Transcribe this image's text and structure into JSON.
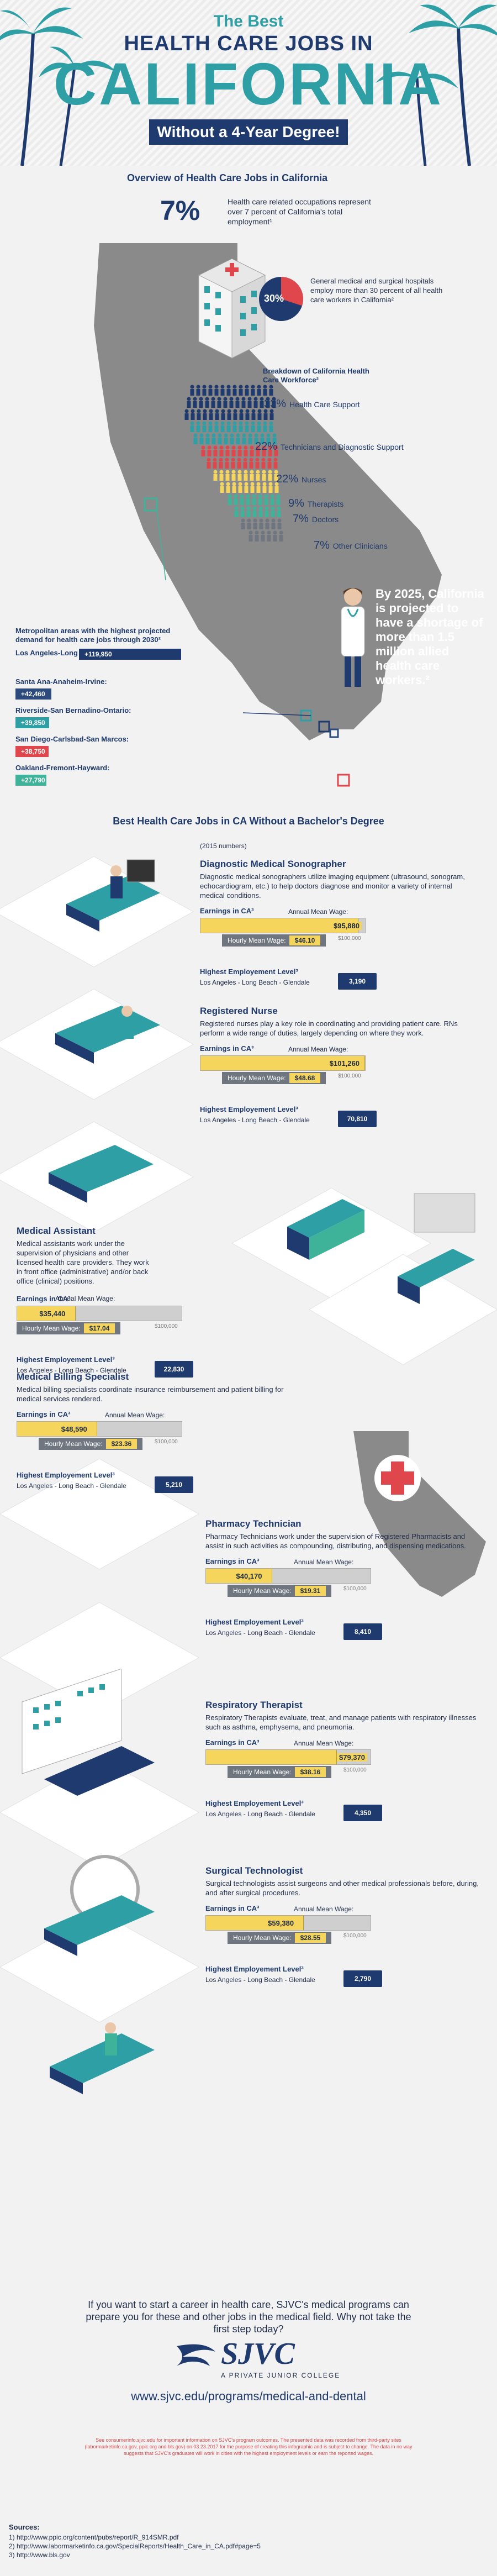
{
  "header": {
    "kicker": "The Best",
    "title_line1": "HEALTH CARE JOBS IN",
    "title_line2": "CALIFORNIA",
    "subtitle": "Without a 4-Year Degree!"
  },
  "overview": {
    "heading": "Overview of Health Care Jobs in California",
    "percent": "7%",
    "percent_text": "Health care related occupations represent over 7 percent of California's total employment¹"
  },
  "hospitals": {
    "percent": "30%",
    "text": "General medical and surgical hospitals employ more than 30 percent of all health care workers in California²"
  },
  "workforce": {
    "heading": "Breakdown of California Health Care Workforce²",
    "items": [
      {
        "pct": "33%",
        "label": "Health Care Support"
      },
      {
        "pct": "22%",
        "label": "Technicians and Diagnostic Support"
      },
      {
        "pct": "22%",
        "label": "Nurses"
      },
      {
        "pct": "9%",
        "label": "Therapists"
      },
      {
        "pct": "7%",
        "label": "Doctors"
      },
      {
        "pct": "7%",
        "label": "Other Clinicians"
      }
    ]
  },
  "shortage": {
    "text": "By 2025, California is projected to have a shortage of more than 1.5 million allied health care workers.²"
  },
  "metro": {
    "heading": "Metropolitan areas with the highest projected demand for health care jobs through 2030²",
    "items": [
      {
        "name": "Los Angeles-Long Beach-Glendale:",
        "value": "+119,950",
        "color": "#1f3a6e",
        "fraction": 1.0
      },
      {
        "name": "Santa Ana-Anaheim-Irvine:",
        "value": "+42,460",
        "color": "#2c4a7c",
        "fraction": 0.354
      },
      {
        "name": "Riverside-San Bernadino-Ontario:",
        "value": "+39,850",
        "color": "#2f9fa6",
        "fraction": 0.332
      },
      {
        "name": "San Diego-Carlsbad-San Marcos:",
        "value": "+38,750",
        "color": "#e0474c",
        "fraction": 0.323
      },
      {
        "name": "Oakland-Fremont-Hayward:",
        "value": "+27,790",
        "color": "#3fb39a",
        "fraction": 0.232
      }
    ]
  },
  "jobs_section": {
    "heading": "Best Health Care Jobs in CA Without a Bachelor's Degree",
    "note": "(2015 numbers)"
  },
  "labels": {
    "earnings": "Earnings in CA³",
    "annual": "Annual Mean Wage:",
    "hourly": "Hourly Mean Wage:",
    "employment": "Highest Employement Level³",
    "area": "Los Angeles - Long Beach - Glendale",
    "axis_max": "$100,000"
  },
  "jobs": [
    {
      "title": "Diagnostic Medical Sonographer",
      "desc": "Diagnostic medical sonographers utilize imaging equipment (ultrasound, sonogram, echocardiogram, etc.) to help doctors diagnose and monitor a variety of internal medical conditions.",
      "annual": "$95,880",
      "annual_fraction": 0.9588,
      "hourly": "$46.10",
      "employment": "3,190"
    },
    {
      "title": "Registered Nurse",
      "desc": "Registered nurses play a key role in coordinating and providing patient care. RNs perform a wide range of duties, largely depending on where they work.",
      "annual": "$101,260",
      "annual_fraction": 1.0126,
      "hourly": "$48.68",
      "employment": "70,810"
    },
    {
      "title": "Medical Assistant",
      "desc": "Medical assistants work under the supervision of physicians and other licensed health care providers. They work in front office (administrative) and/or back office (clinical) positions.",
      "annual": "$35,440",
      "annual_fraction": 0.3544,
      "hourly": "$17.04",
      "employment": "22,830"
    },
    {
      "title": "Medical Billing Specialist",
      "desc": "Medical billing specialists coordinate insurance reimbursement and patient billing for medical services rendered.",
      "annual": "$48,590",
      "annual_fraction": 0.4859,
      "hourly": "$23.36",
      "employment": "5,210"
    },
    {
      "title": "Pharmacy Technician",
      "desc": "Pharmacy Technicians work under the supervision of Registered Pharmacists and assist in such activities as compounding, distributing, and dispensing medications.",
      "annual": "$40,170",
      "annual_fraction": 0.4017,
      "hourly": "$19.31",
      "employment": "8,410"
    },
    {
      "title": "Respiratory Therapist",
      "desc": "Respiratory Therapists evaluate, treat, and manage patients with respiratory illnesses such as asthma, emphysema, and pneumonia.",
      "annual": "$79,370",
      "annual_fraction": 0.7937,
      "hourly": "$38.16",
      "employment": "4,350"
    },
    {
      "title": "Surgical Technologist",
      "desc": "Surgical technologists assist surgeons and other medical professionals before, during, and after surgical procedures.",
      "annual": "$59,380",
      "annual_fraction": 0.5938,
      "hourly": "$28.55",
      "employment": "2,790"
    }
  ],
  "cta": {
    "text": "If you want to start a career in health care, SJVC's medical programs can prepare you for these and other jobs in the medical field. Why not take the first step today?",
    "logo": "SJVC",
    "logo_sub": "A PRIVATE JUNIOR COLLEGE",
    "url": "www.sjvc.edu/programs/medical-and-dental"
  },
  "disclaimer": "See consumerinfo.sjvc.edu for important information on SJVC's program outcomes. The presented data was recorded from third-party sites (labormarketinfo.ca.gov, ppic.org and bls.gov) on 03.23.2017 for the purpose of creating this infographic and is subject to change. The data in no way suggests that SJVC's graduates will work in cities with the highest employment levels or earn the reported wages.",
  "sources": {
    "heading": "Sources:",
    "items": [
      "1) http://www.ppic.org/content/pubs/report/R_914SMR.pdf",
      "2) http://www.labormarketinfo.ca.gov/SpecialReports/Health_Care_in_CA.pdf#page=5",
      "3) http://www.bls.gov"
    ]
  },
  "colors": {
    "navy": "#1f3a6e",
    "teal": "#2f9fa6",
    "red": "#e0474c",
    "yellow": "#f6d55c",
    "gray_map": "#8a8a8a"
  }
}
